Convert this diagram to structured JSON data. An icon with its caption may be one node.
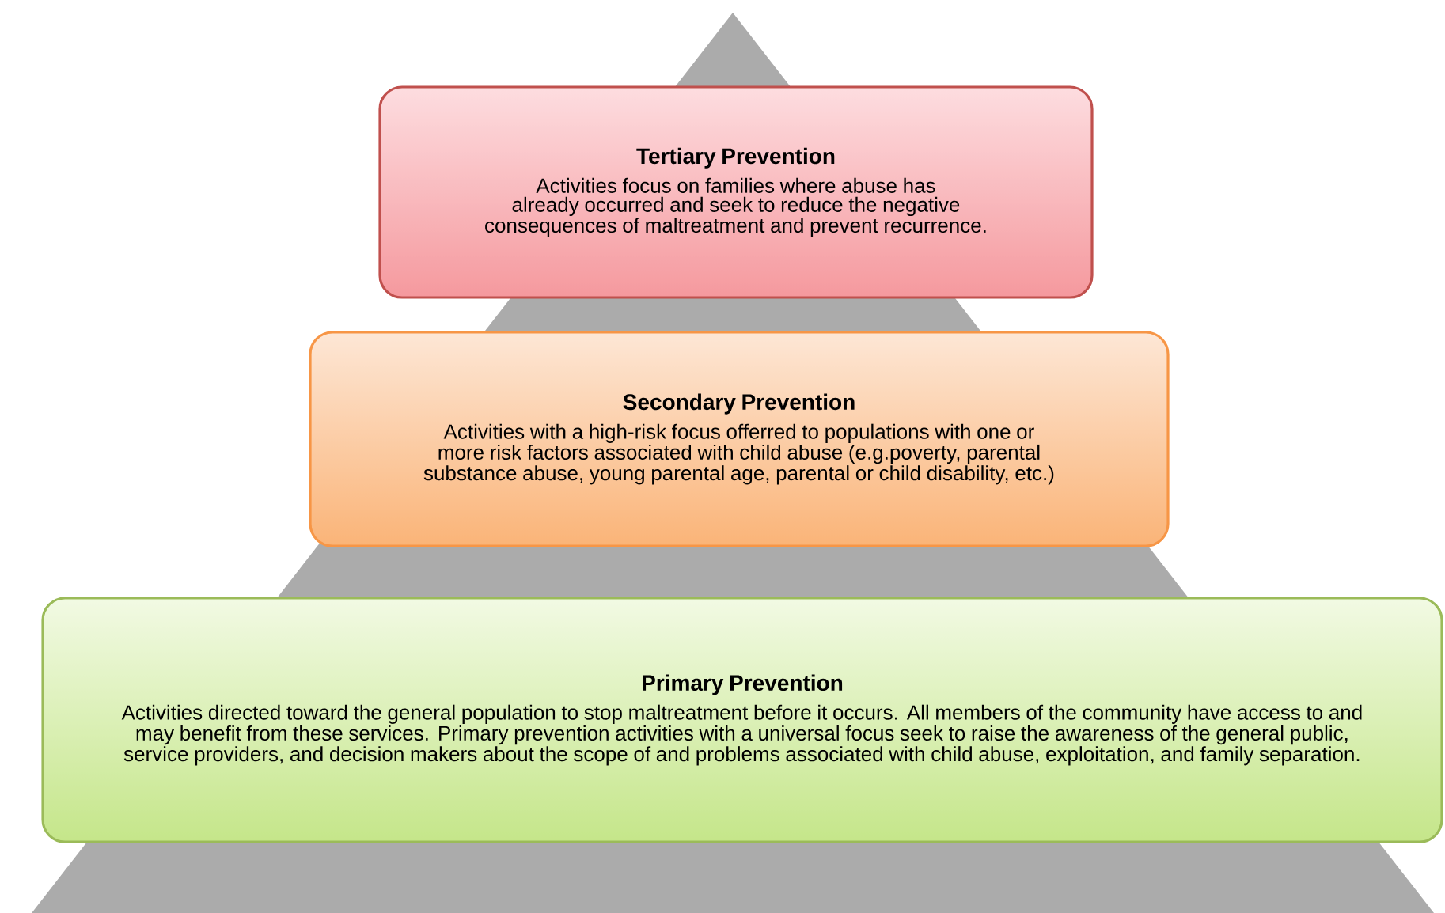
{
  "diagram": {
    "nodes": [
      {
        "text": [
          "Tertiary Prevention",
          "Activities focus on families where abuse has already occurred and seek to reduce the negative consequences of maltreatment and prevent recurrence."
        ]
      },
      {
        "text": [
          "Secondary Prevention",
          "Activities with a high-risk focus offerred to populations with one or more risk factors associated with child abuse (e.g.poverty, parental substance abuse, young parental age, parental or child disability, etc.)"
        ]
      },
      {
        "text": [
          "Primary Prevention",
          "Activities directed toward the general population to stop maltreatment before it occurs. All members of the community have access to and may benefit from these services. Primary prevention activities with a universal focus seek to raise the awareness of the general public, service providers, and decision makers about the scope of and problems associated with child abuse, exploitation, and family separation."
        ]
      }
    ],
    "edges": []
  }
}
